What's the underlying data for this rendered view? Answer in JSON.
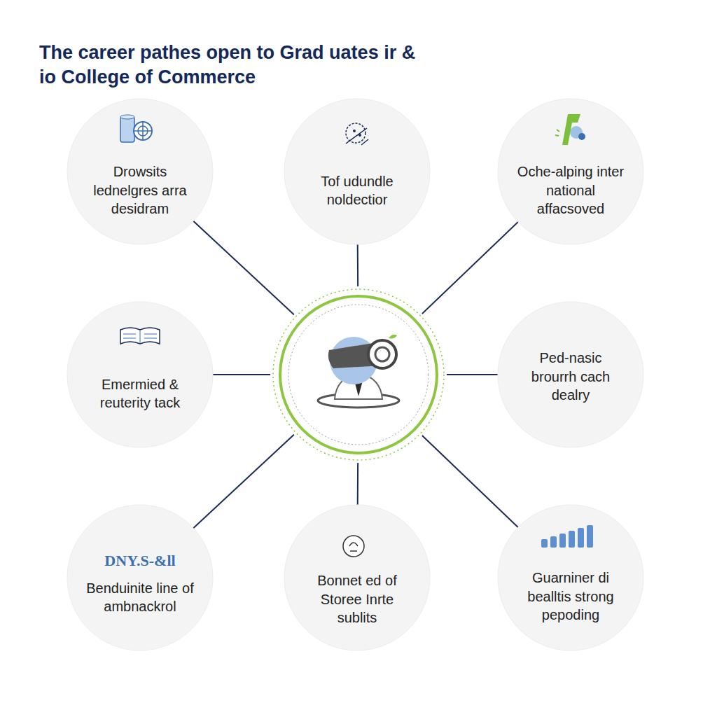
{
  "diagram": {
    "title": "The career pathes open to Grad uates ir & io College of Commerce",
    "nodes": [
      {
        "text": [
          "Drowsits lednelgres arra desidram"
        ]
      },
      {
        "text": [
          "Tof udundle noldectior"
        ]
      },
      {
        "text": [
          "Oche-alping inter national affacsoved"
        ]
      },
      {
        "text": [
          "Emermied & reuterity tack"
        ]
      },
      {
        "text": [
          "Ped-nasic brourrh cach dealry"
        ]
      },
      {
        "text": [
          "DNY.S-&ll",
          "Benduinite line of ambnackrol"
        ]
      },
      {
        "text": [
          "Bonnet ed of Storee Inrte sublits"
        ]
      },
      {
        "text": [
          "Guarniner di bealltis strong pepoding"
        ]
      }
    ]
  }
}
